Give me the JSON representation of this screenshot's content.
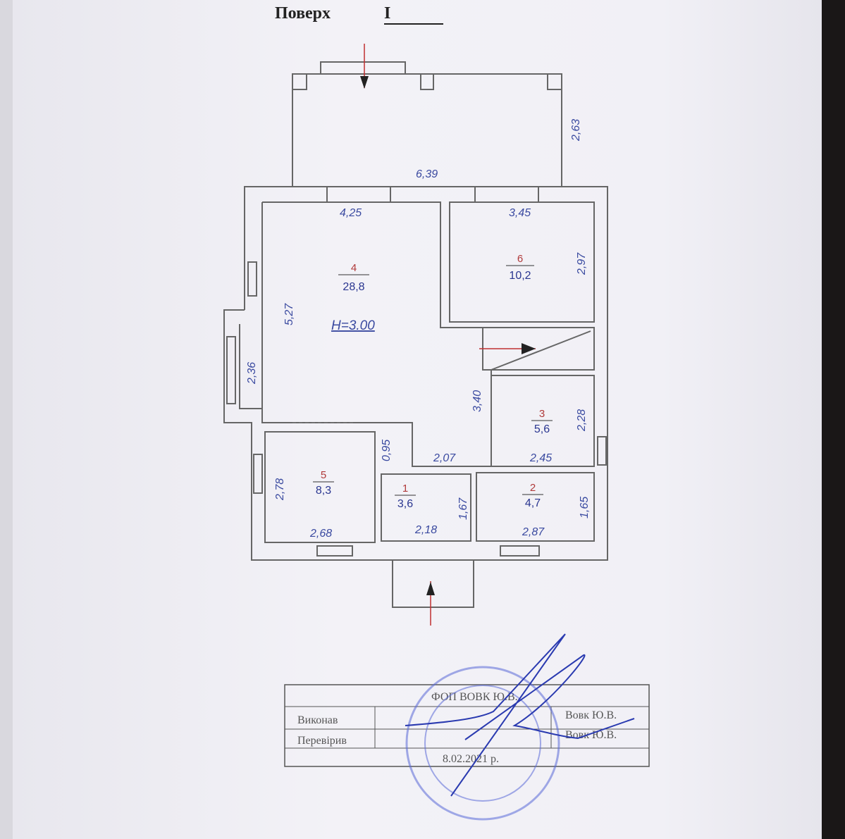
{
  "header": {
    "label": "Поверх",
    "floor": "I"
  },
  "plan": {
    "height_label": "H=3.00",
    "rooms": [
      {
        "number": "1",
        "area": "3,6"
      },
      {
        "number": "2",
        "area": "4,7"
      },
      {
        "number": "3",
        "area": "5,6"
      },
      {
        "number": "4",
        "area": "28,8"
      },
      {
        "number": "5",
        "area": "8,3"
      },
      {
        "number": "6",
        "area": "10,2"
      }
    ],
    "dims": [
      "6,39",
      "2,63",
      "4,25",
      "3,45",
      "2,97",
      "5,27",
      "2,36",
      "3,40",
      "2,28",
      "2,45",
      "0,95",
      "2,07",
      "2,78",
      "2,68",
      "1,67",
      "2,18",
      "2,87",
      "1,65"
    ]
  },
  "title_block": {
    "org": "ФОП ВОВК Ю.В.",
    "performed_label": "Виконав",
    "checked_label": "Перевірив",
    "performed_name": "Вовк Ю.В.",
    "checked_name": "Вовк Ю.В.",
    "date": "8.02.2021 р."
  },
  "colors": {
    "dims": "#3a4aa0",
    "room_numbers": "#b03a3a",
    "stamp": "#4a5ad0",
    "arrow": "#c03030"
  }
}
